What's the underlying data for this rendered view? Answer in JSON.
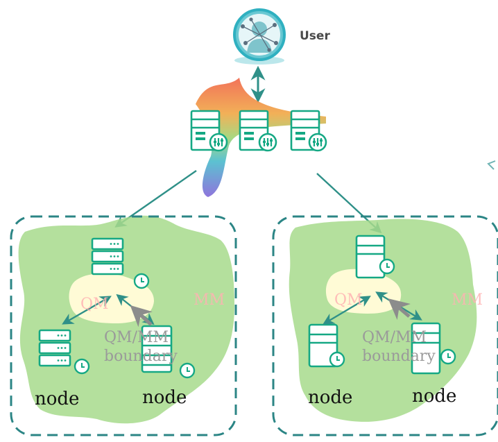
{
  "user": {
    "label": "User",
    "icon": "user-network-icon"
  },
  "gateway": {
    "icon": "server-cluster-icon",
    "server_count": 3
  },
  "clusters": [
    {
      "qm_label": "QM",
      "mm_label": "MM",
      "boundary_label": [
        "QM/MM",
        "boundary"
      ],
      "node_labels": [
        "node",
        "node"
      ]
    },
    {
      "qm_label": "QM",
      "mm_label": "MM",
      "boundary_label": [
        "QM/MM",
        "boundary"
      ],
      "node_labels": [
        "node",
        "node"
      ]
    }
  ],
  "colors": {
    "teal": "#15a884",
    "cluster_border": "#2b8585",
    "mm_region": "#a7db8c",
    "qm_region": "#fffbd6",
    "arrow": "#2f9088",
    "boundary_arrow": "#8c8c8c"
  }
}
